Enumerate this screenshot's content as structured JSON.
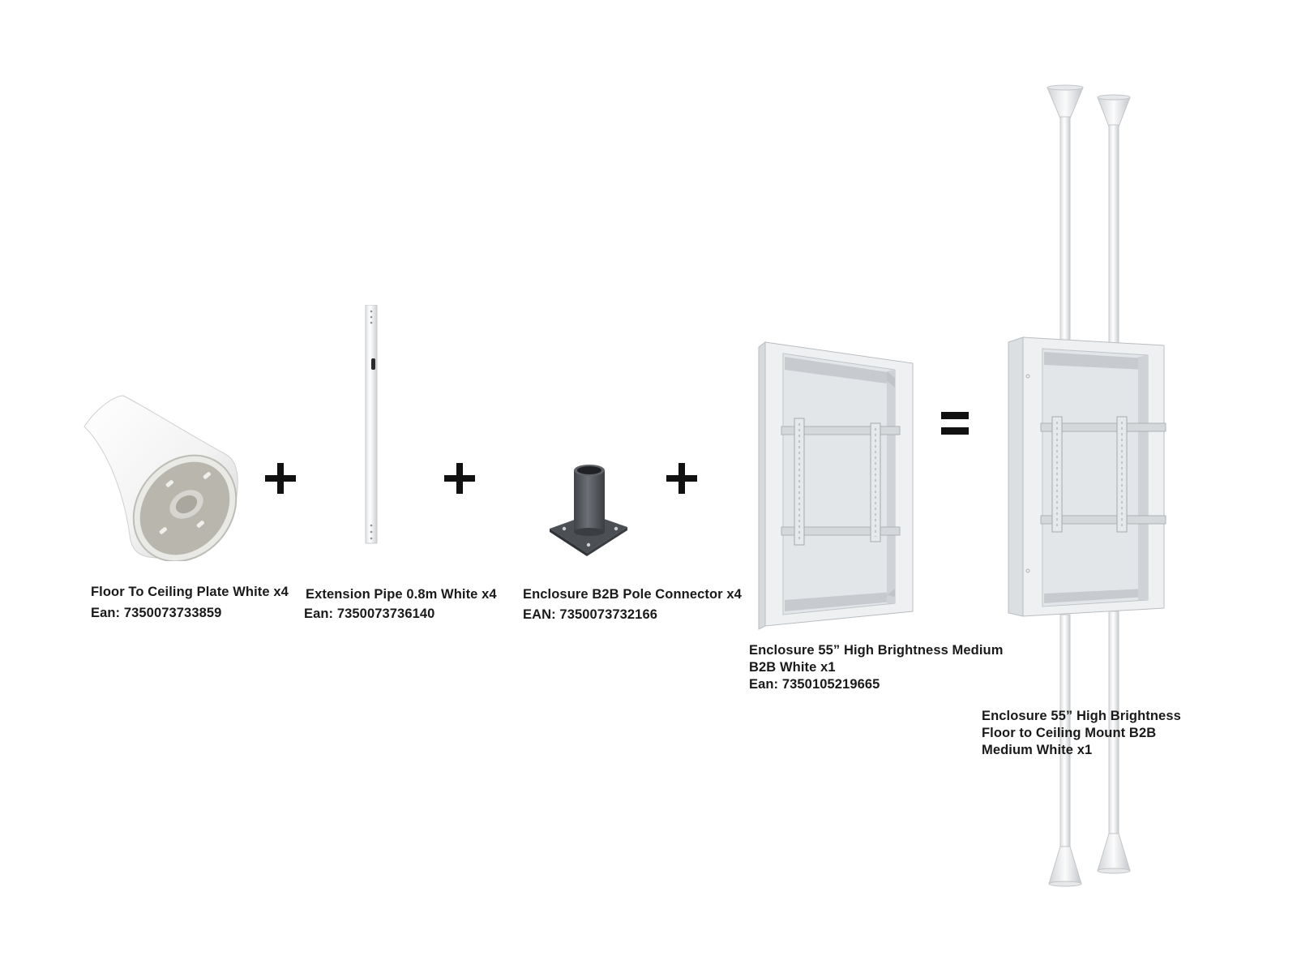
{
  "operators": {
    "plus": "+",
    "equals": "="
  },
  "items": {
    "plate": {
      "name": "Floor To Ceiling Plate White x4",
      "ean": "Ean: 7350073733859"
    },
    "pipe": {
      "name": "Extension Pipe 0.8m White x4",
      "ean": "Ean: 7350073736140"
    },
    "connector": {
      "name": "Enclosure B2B Pole Connector x4",
      "ean": "EAN: 7350073732166"
    },
    "enclosure": {
      "name_line1": "Enclosure 55” High Brightness Medium",
      "name_line2": "B2B White x1",
      "ean": "Ean: 7350105219665"
    },
    "result": {
      "name_line1": "Enclosure 55” High Brightness",
      "name_line2": "Floor to Ceiling Mount B2B",
      "name_line3": "Medium White x1"
    }
  },
  "colors": {
    "text": "#1a1a1a",
    "metal_white": "#f2f3f4",
    "metal_shade": "#c9ccd0",
    "connector_dark": "#55595e",
    "plate_inner": "#b8b6ad"
  }
}
